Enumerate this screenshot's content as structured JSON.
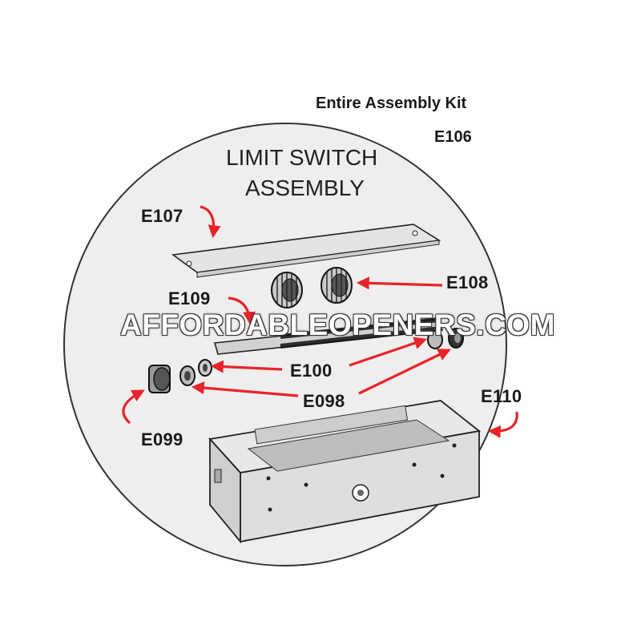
{
  "header": {
    "kit_title": "Entire Assembly Kit",
    "kit_part": "E106"
  },
  "assembly": {
    "title_line1": "LIMIT SWITCH",
    "title_line2": "ASSEMBLY"
  },
  "parts": {
    "e107": "E107",
    "e108": "E108",
    "e109": "E109",
    "e100": "E100",
    "e098": "E098",
    "e099": "E099",
    "e110": "E110"
  },
  "watermark": "AFFORDABLEOPENERS.COM",
  "colors": {
    "arrow": "#e8232a",
    "outline": "#222222",
    "circle_fill": "#eeeeee",
    "part_fill": "#d6d6d6"
  }
}
